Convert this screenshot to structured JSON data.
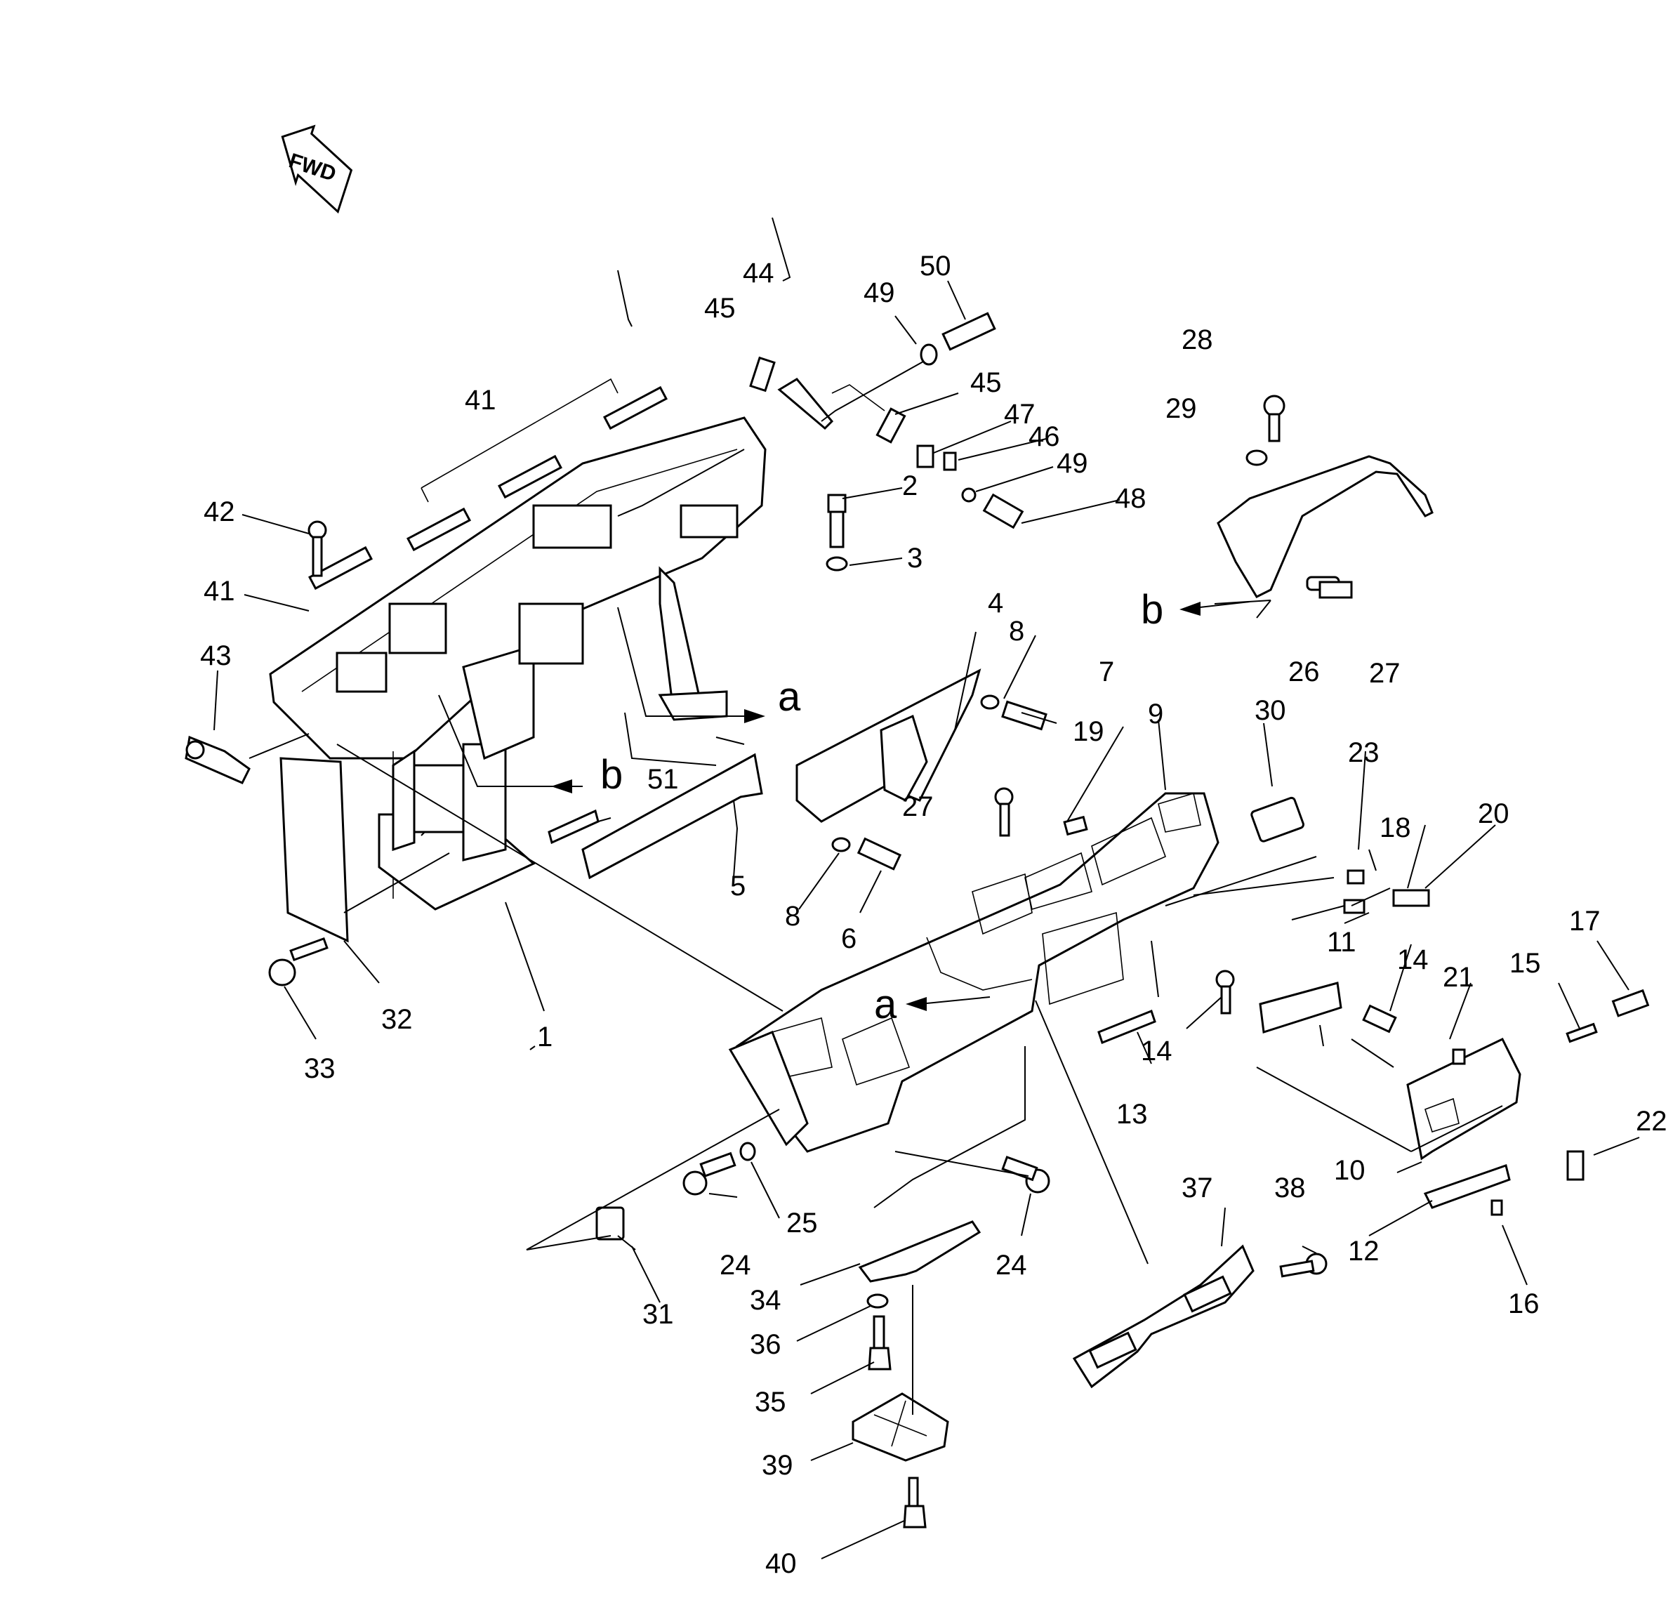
{
  "fwd_arrow": {
    "label": "FWD"
  },
  "reference_letters": {
    "a": "a",
    "b": "b"
  },
  "callouts": [
    "1",
    "2",
    "3",
    "4",
    "5",
    "6",
    "7",
    "8",
    "9",
    "10",
    "11",
    "12",
    "13",
    "14",
    "15",
    "16",
    "17",
    "18",
    "19",
    "20",
    "21",
    "22",
    "23",
    "24",
    "25",
    "26",
    "27",
    "28",
    "29",
    "30",
    "31",
    "32",
    "33",
    "34",
    "35",
    "36",
    "37",
    "38",
    "39",
    "40",
    "41",
    "42",
    "43",
    "44",
    "45",
    "46",
    "47",
    "48",
    "49",
    "50",
    "51"
  ]
}
